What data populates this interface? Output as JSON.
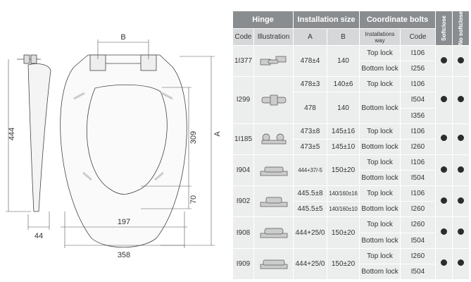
{
  "drawing": {
    "dim_B": "B",
    "dim_A": "A",
    "dim_444": "444",
    "dim_309": "309",
    "dim_70": "70",
    "dim_44": "44",
    "dim_197": "197",
    "dim_358": "358"
  },
  "table": {
    "headers": {
      "hinge": "Hinge",
      "installation_size": "Installation size",
      "coordinate_bolts": "Coordinate bolts",
      "softclose": "Softclose",
      "no_softclose": "No softclose"
    },
    "subheaders": {
      "code": "Code",
      "illustration": "Illustration",
      "a": "A",
      "b": "B",
      "installation_way": "Installations way",
      "bolt_code": "Code"
    },
    "rows": [
      {
        "code": "1I377",
        "lines": [
          {
            "a": "478±4",
            "b": "140",
            "way": "Top lock",
            "bolt": "I106"
          },
          {
            "a": "",
            "b": "",
            "way": "Bottom lock",
            "bolt": "I256"
          }
        ]
      },
      {
        "code": "I299",
        "lines": [
          {
            "a": "478±3",
            "b": "140±6",
            "way": "Top lock",
            "bolt": "I106"
          },
          {
            "a": "478",
            "b": "140",
            "way": "Bottom lock",
            "bolt": "I504"
          },
          {
            "a": "",
            "b": "",
            "way": "",
            "bolt": "I356"
          }
        ]
      },
      {
        "code": "1I185",
        "lines": [
          {
            "a": "473±8",
            "b": "145±16",
            "way": "Top lock",
            "bolt": "I106"
          },
          {
            "a": "473±5",
            "b": "145±10",
            "way": "Bottom lock",
            "bolt": "I260"
          }
        ]
      },
      {
        "code": "I904",
        "lines": [
          {
            "a": "444+37/-5",
            "b": "150±20",
            "way": "Top lock",
            "bolt": "I106"
          },
          {
            "a": "",
            "b": "",
            "way": "Bottom lock",
            "bolt": "I504"
          }
        ]
      },
      {
        "code": "I902",
        "lines": [
          {
            "a": "445.5±8",
            "b": "140/160±16",
            "way": "Top lock",
            "bolt": "I106"
          },
          {
            "a": "445.5±5",
            "b": "140/160±10",
            "way": "Bottom lock",
            "bolt": "I260"
          }
        ]
      },
      {
        "code": "I908",
        "lines": [
          {
            "a": "444+25/0",
            "b": "150±20",
            "way": "Top lock",
            "bolt": "I260"
          },
          {
            "a": "",
            "b": "",
            "way": "Bottom lock",
            "bolt": "I504"
          }
        ]
      },
      {
        "code": "I909",
        "lines": [
          {
            "a": "444+25/0",
            "b": "150±20",
            "way": "Top lock",
            "bolt": "I260"
          },
          {
            "a": "",
            "b": "",
            "way": "Bottom lock",
            "bolt": "I504"
          }
        ]
      }
    ]
  }
}
